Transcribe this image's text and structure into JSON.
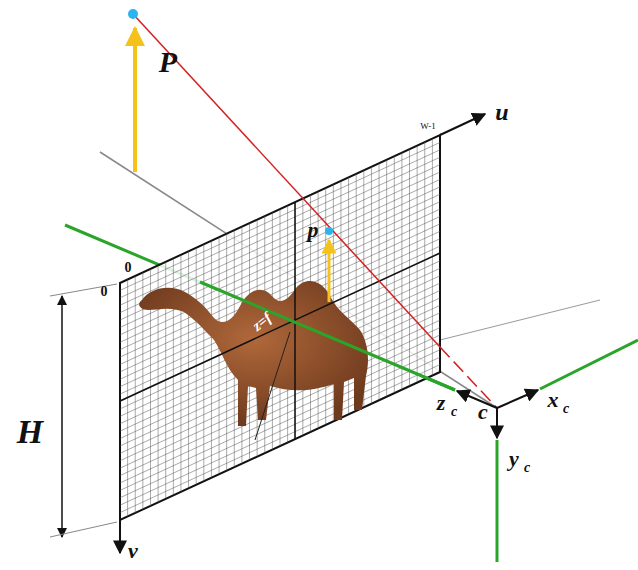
{
  "diagram": {
    "labels": [
      "P",
      "W-1",
      "u",
      "p",
      "0",
      "0",
      "z=f",
      "H",
      "z",
      "c",
      "c",
      "x",
      "c",
      "y",
      "c",
      "v"
    ]
  }
}
